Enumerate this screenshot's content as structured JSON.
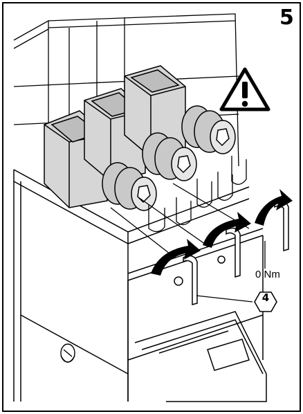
{
  "step": {
    "number": "5"
  },
  "torque": {
    "value_label": "0 Nm"
  },
  "callout": {
    "number": "4"
  },
  "icons": {
    "warning": "warning-triangle-icon",
    "rotation": "clockwise-arrow-icon"
  }
}
